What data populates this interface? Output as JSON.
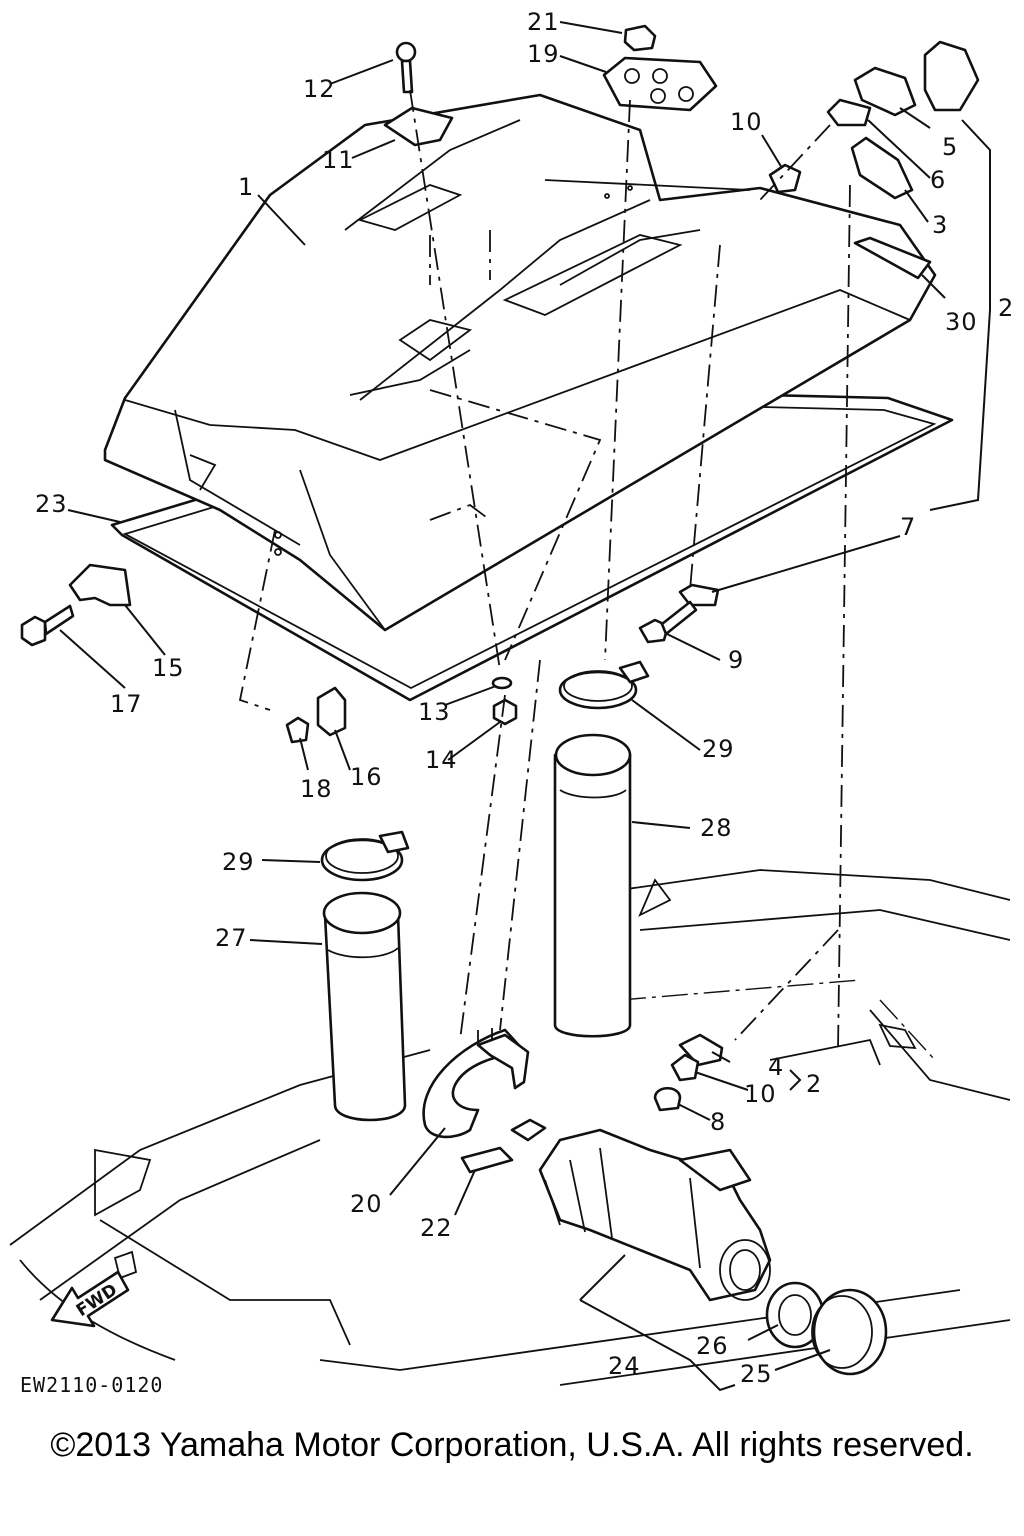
{
  "diagram": {
    "drawing_code": "EW2110-0120",
    "forward_arrow": "FWD",
    "callouts": {
      "c1": "1",
      "c2a": "2",
      "c2b": "2",
      "c3": "3",
      "c4": "4",
      "c5": "5",
      "c6": "6",
      "c7": "7",
      "c8": "8",
      "c9": "9",
      "c10a": "10",
      "c10b": "10",
      "c11": "11",
      "c12": "12",
      "c13": "13",
      "c14": "14",
      "c15": "15",
      "c16": "16",
      "c17": "17",
      "c18": "18",
      "c19": "19",
      "c20": "20",
      "c21": "21",
      "c22": "22",
      "c23": "23",
      "c24": "24",
      "c25": "25",
      "c26": "26",
      "c27": "27",
      "c28": "28",
      "c29a": "29",
      "c29b": "29",
      "c30": "30"
    }
  },
  "footer": {
    "copyright": "©2013 Yamaha Motor Corporation, U.S.A. All rights reserved."
  }
}
